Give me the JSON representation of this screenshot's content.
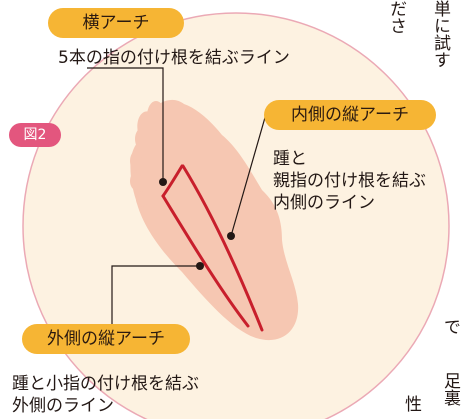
{
  "figure_label": "図2",
  "transverse_arch": {
    "title": "横アーチ",
    "description": "5本の指の付け根を結ぶライン"
  },
  "medial_arch": {
    "title": "内側の縦アーチ",
    "description_line1": "踵と",
    "description_line2": "親指の付け根を結ぶ",
    "description_line3": "内側のライン"
  },
  "lateral_arch": {
    "title": "外側の縦アーチ",
    "description_line1": "踵と小指の付け根を結ぶ",
    "description_line2": "外側のライン"
  },
  "side_text": {
    "col1": "ださ",
    "col2": "単に試す",
    "fragment_de": "で",
    "col_bottom1": "足裏",
    "fragment_sei": "性"
  },
  "colors": {
    "circle_fill": "#fdf2e1",
    "circle_stroke": "#eba9b5",
    "foot_fill": "#f6c7b2",
    "arch_line": "#c81f2c",
    "pill": "#f6b534",
    "figure_label": "#e3567e"
  }
}
